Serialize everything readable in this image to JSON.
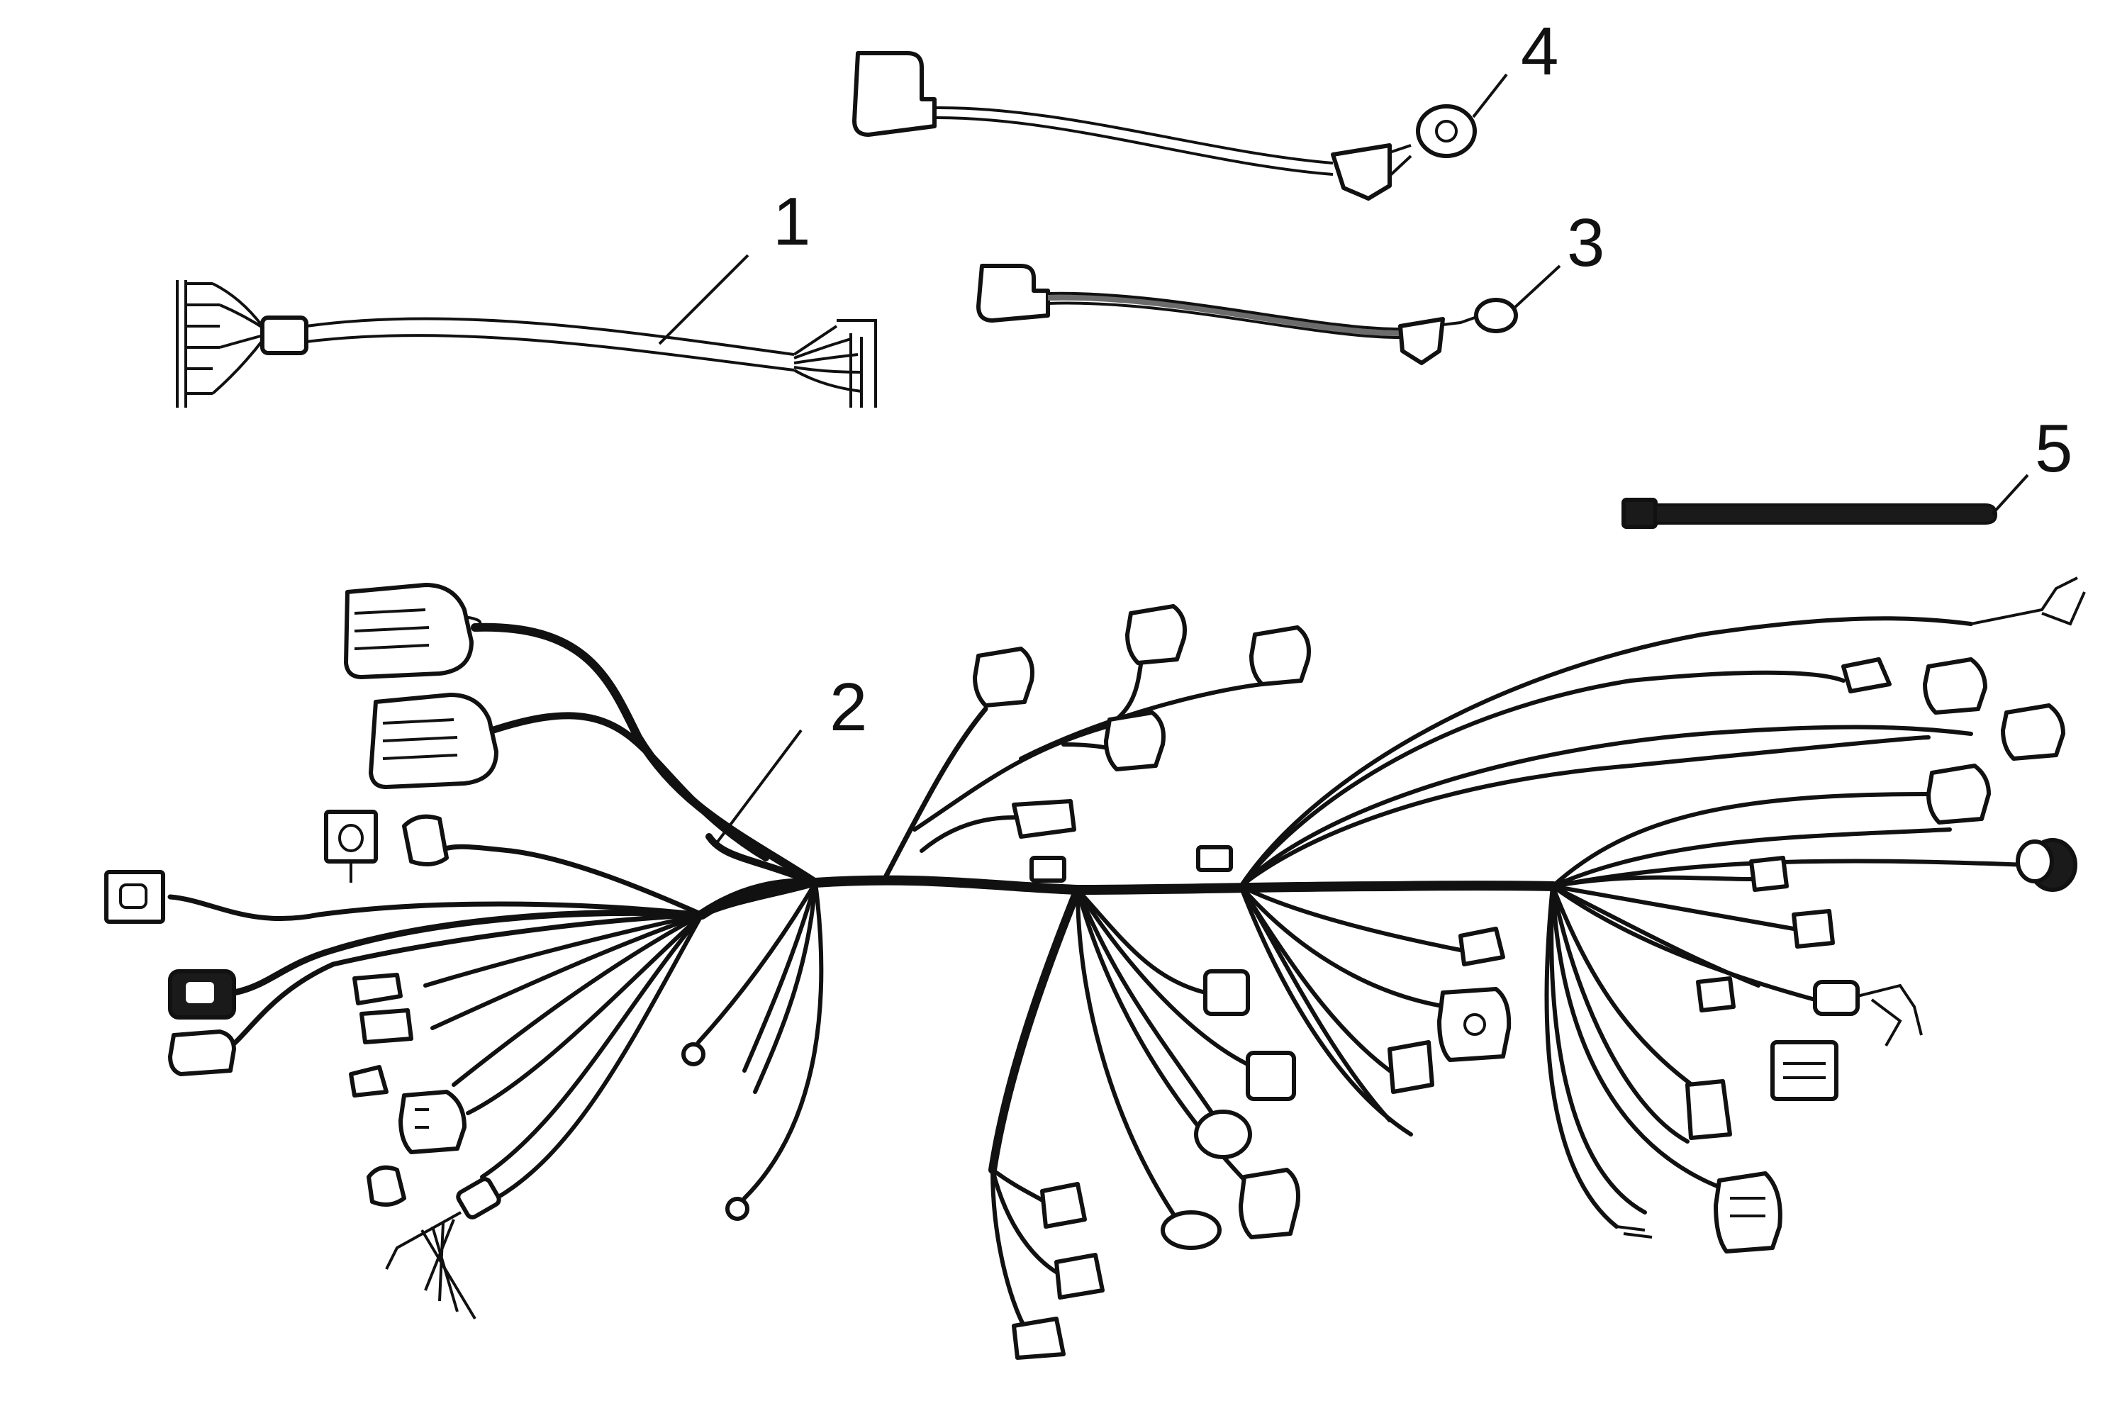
{
  "figure": {
    "description_labels": {
      "part_1": "1",
      "part_2": "2",
      "part_3": "3",
      "part_4": "4",
      "part_5": "5"
    }
  },
  "colors": {
    "ink": "#111111",
    "background": "#ffffff",
    "grey_wire": "#6b6b6b"
  },
  "icons": {
    "multi_pin_connector": "multi-pin-connector-icon",
    "ring_terminal": "ring-terminal-icon",
    "cable_tie": "cable-tie-icon",
    "bullet_connector": "bullet-connector-icon"
  }
}
